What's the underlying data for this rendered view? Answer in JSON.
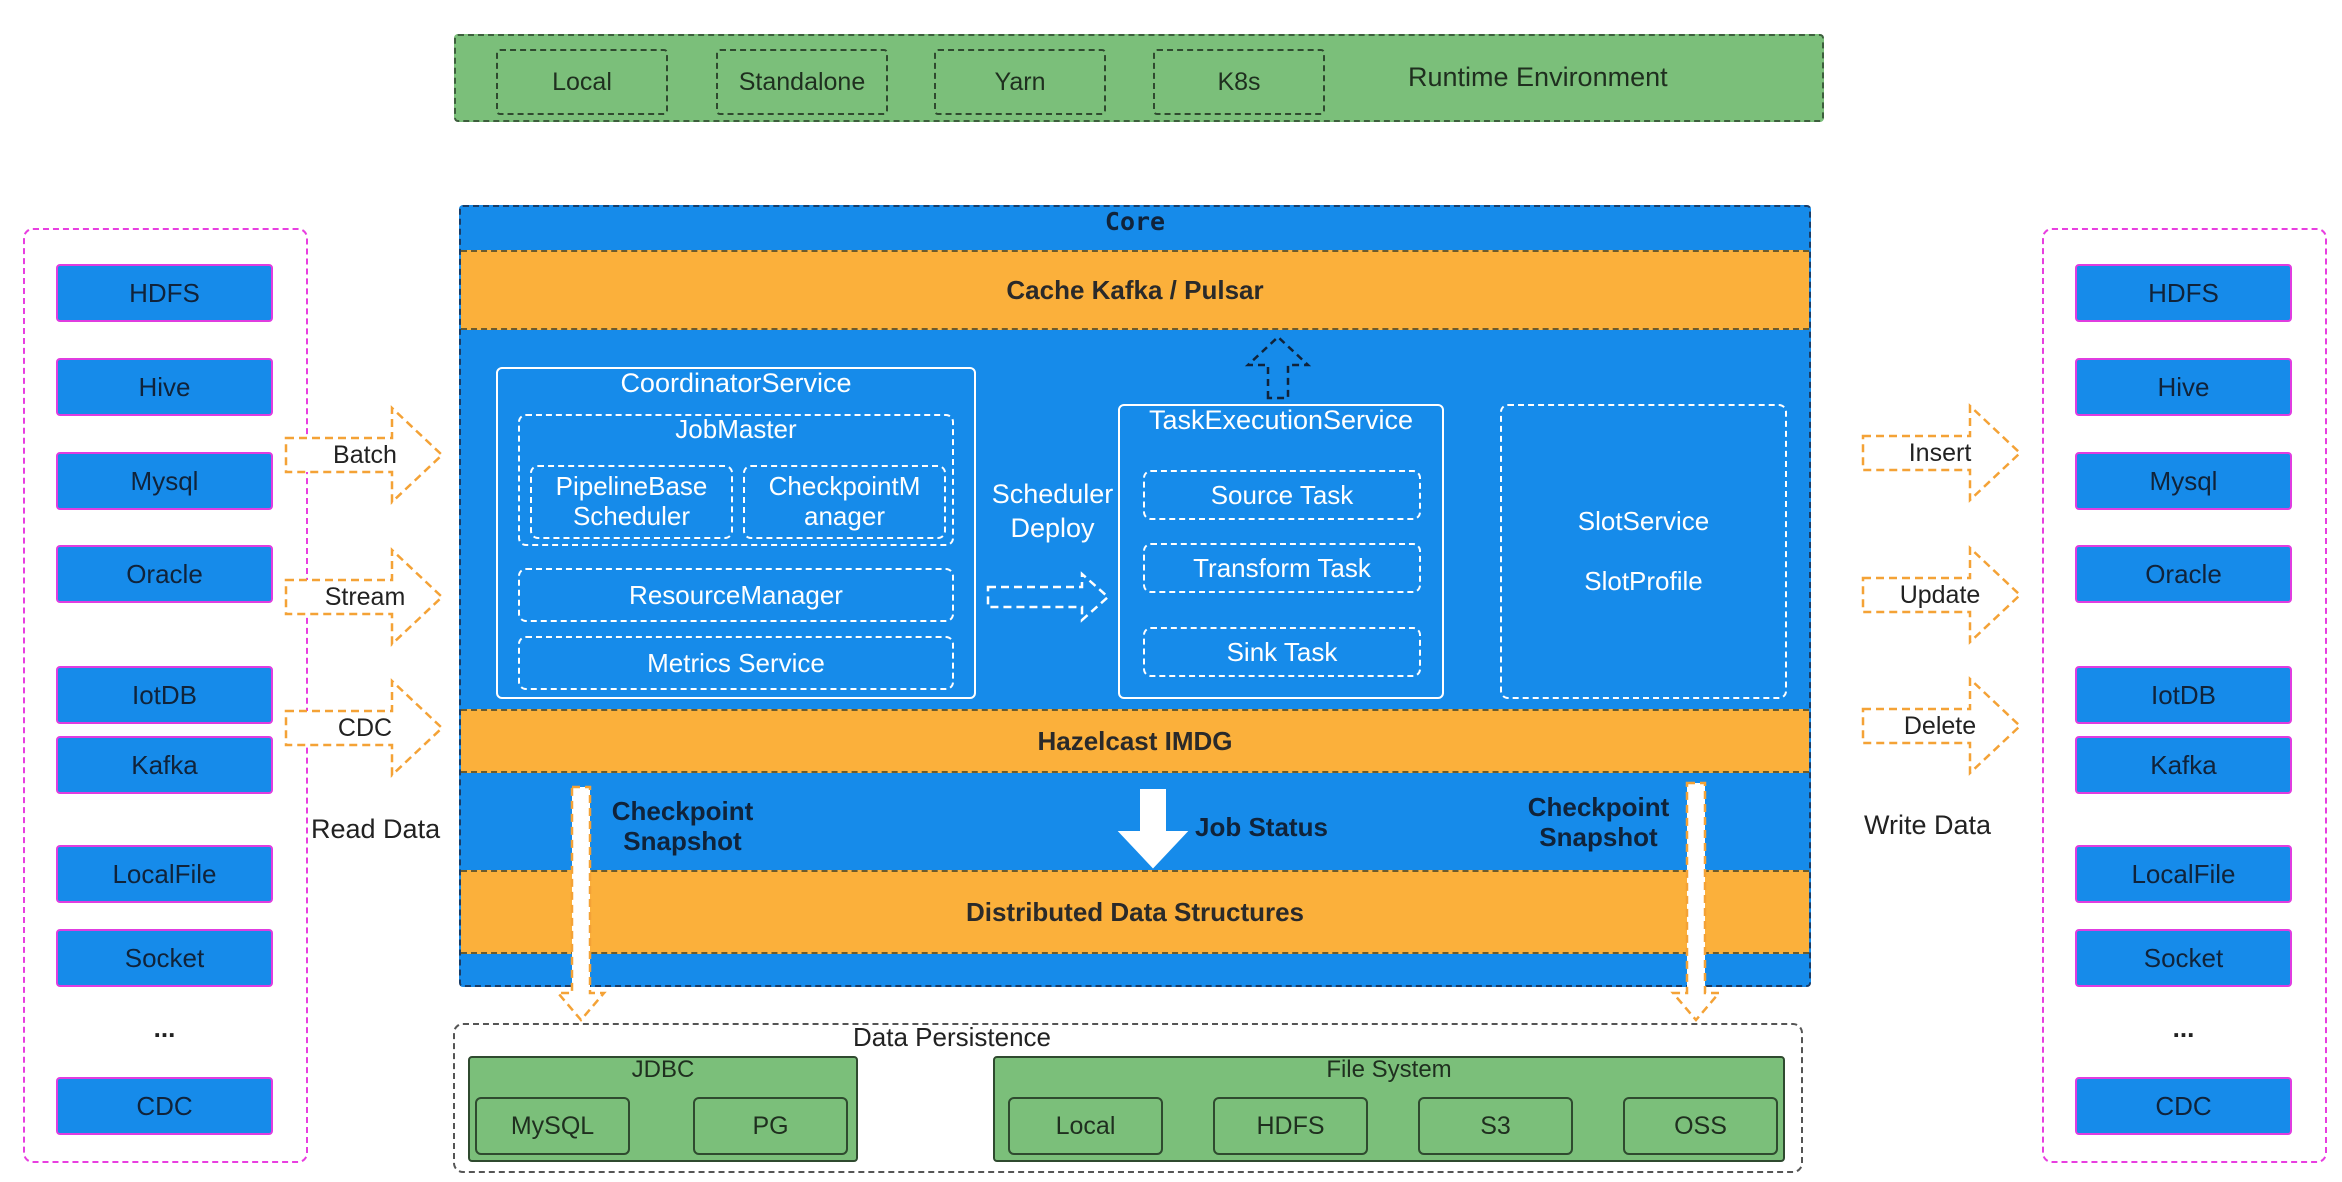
{
  "runtime": {
    "items": [
      "Local",
      "Standalone",
      "Yarn",
      "K8s"
    ],
    "label": "Runtime Environment"
  },
  "read_side": {
    "sources": [
      "HDFS",
      "Hive",
      "Mysql",
      "Oracle",
      "IotDB",
      "Kafka",
      "LocalFile",
      "Socket",
      "...",
      "CDC"
    ],
    "caption": "Read Data",
    "arrows": [
      "Batch",
      "Stream",
      "CDC"
    ]
  },
  "write_side": {
    "sinks": [
      "HDFS",
      "Hive",
      "Mysql",
      "Oracle",
      "IotDB",
      "Kafka",
      "LocalFile",
      "Socket",
      "...",
      "CDC"
    ],
    "caption": "Write Data",
    "arrows": [
      "Insert",
      "Update",
      "Delete"
    ]
  },
  "core": {
    "title": "Core",
    "cache_bar": "Cache Kafka / Pulsar",
    "coordinator": {
      "title": "CoordinatorService",
      "job_master": "JobMaster",
      "pipeline_line1": "PipelineBase",
      "pipeline_line2": "Scheduler",
      "checkpoint_line1": "CheckpointM",
      "checkpoint_line2": "anager",
      "resource_manager": "ResourceManager",
      "metrics_service": "Metrics Service"
    },
    "scheduler_line1": "Scheduler",
    "scheduler_line2": "Deploy",
    "task_execution": {
      "title": "TaskExecutionService",
      "tasks": [
        "Source Task",
        "Transform Task",
        "Sink Task"
      ]
    },
    "slot": {
      "service": "SlotService",
      "profile": "SlotProfile"
    },
    "hazelcast_bar": "Hazelcast IMDG",
    "checkpoint_left_line1": "Checkpoint",
    "checkpoint_left_line2": "Snapshot",
    "job_status": "Job Status",
    "checkpoint_right_line1": "Checkpoint",
    "checkpoint_right_line2": "Snapshot",
    "distributed_bar": "Distributed Data Structures"
  },
  "persistence": {
    "title": "Data Persistence",
    "jdbc": {
      "title": "JDBC",
      "items": [
        "MySQL",
        "PG"
      ]
    },
    "fs": {
      "title": "File System",
      "items": [
        "Local",
        "HDFS",
        "S3",
        "OSS"
      ]
    }
  },
  "colors": {
    "core_blue": "#168bea",
    "orange": "#fbb03b",
    "green": "#7bbf7a",
    "magenta_border": "#e03ce0",
    "arrow_orange": "#f4a236"
  }
}
